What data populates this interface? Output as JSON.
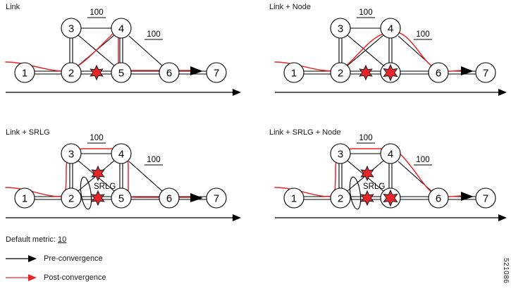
{
  "figure": {
    "id_label": "521086",
    "default_metric_label": "Default metric:",
    "default_metric_value": "10"
  },
  "legend": {
    "items": [
      {
        "name": "pre-convergence",
        "label": "Pre-convergence",
        "color": "#000000"
      },
      {
        "name": "post-convergence",
        "label": "Post-convergence",
        "color": "#e8262a"
      }
    ]
  },
  "nodes": {
    "n1": "1",
    "n2": "2",
    "n3": "3",
    "n4": "4",
    "n5": "5",
    "n6": "6",
    "n7": "7"
  },
  "metrics": {
    "link_3_4": "100",
    "link_4_6": "100"
  },
  "panels": [
    {
      "key": "link",
      "title": "Link",
      "failures": {
        "links": [
          "2-5"
        ],
        "nodes": [],
        "srlg": false
      },
      "pre_convergence_path": [
        "1",
        "2",
        "5",
        "6",
        "7"
      ],
      "post_convergence_path": [
        "1",
        "2",
        "4",
        "5",
        "6",
        "7"
      ]
    },
    {
      "key": "link-node",
      "title": "Link + Node",
      "failures": {
        "links": [
          "2-5"
        ],
        "nodes": [
          "5"
        ],
        "srlg": false
      },
      "pre_convergence_path": [
        "1",
        "2",
        "5",
        "6",
        "7"
      ],
      "post_convergence_path": [
        "1",
        "2",
        "4",
        "6",
        "7"
      ]
    },
    {
      "key": "link-srlg",
      "title": "Link + SRLG",
      "failures": {
        "links": [
          "2-5",
          "2-4"
        ],
        "nodes": [],
        "srlg": true,
        "srlg_label": "SRLG"
      },
      "pre_convergence_path": [
        "1",
        "2",
        "5",
        "6",
        "7"
      ],
      "post_convergence_path": [
        "1",
        "2",
        "3",
        "4",
        "5",
        "6",
        "7"
      ]
    },
    {
      "key": "link-srlg-node",
      "title": "Link + SRLG + Node",
      "failures": {
        "links": [
          "2-5",
          "2-4"
        ],
        "nodes": [
          "5"
        ],
        "srlg": true,
        "srlg_label": "SRLG"
      },
      "pre_convergence_path": [
        "1",
        "2",
        "5",
        "6",
        "7"
      ],
      "post_convergence_path": [
        "1",
        "2",
        "3",
        "4",
        "6",
        "7"
      ]
    }
  ],
  "topology": {
    "description": "7-node network; default link metric 10 except links 3-4 and 4-6 which are 100",
    "node_positions": {
      "1": [
        35,
        103
      ],
      "2": [
        101,
        103
      ],
      "3": [
        101,
        40
      ],
      "4": [
        172,
        40
      ],
      "5": [
        172,
        103
      ],
      "6": [
        240,
        103
      ],
      "7": [
        307,
        103
      ]
    },
    "edges": [
      [
        "1",
        "2"
      ],
      [
        "2",
        "5"
      ],
      [
        "5",
        "6"
      ],
      [
        "6",
        "7"
      ],
      [
        "3",
        "4"
      ],
      [
        "3",
        "2"
      ],
      [
        "3",
        "5"
      ],
      [
        "4",
        "2"
      ],
      [
        "4",
        "5"
      ],
      [
        "4",
        "6"
      ]
    ]
  }
}
